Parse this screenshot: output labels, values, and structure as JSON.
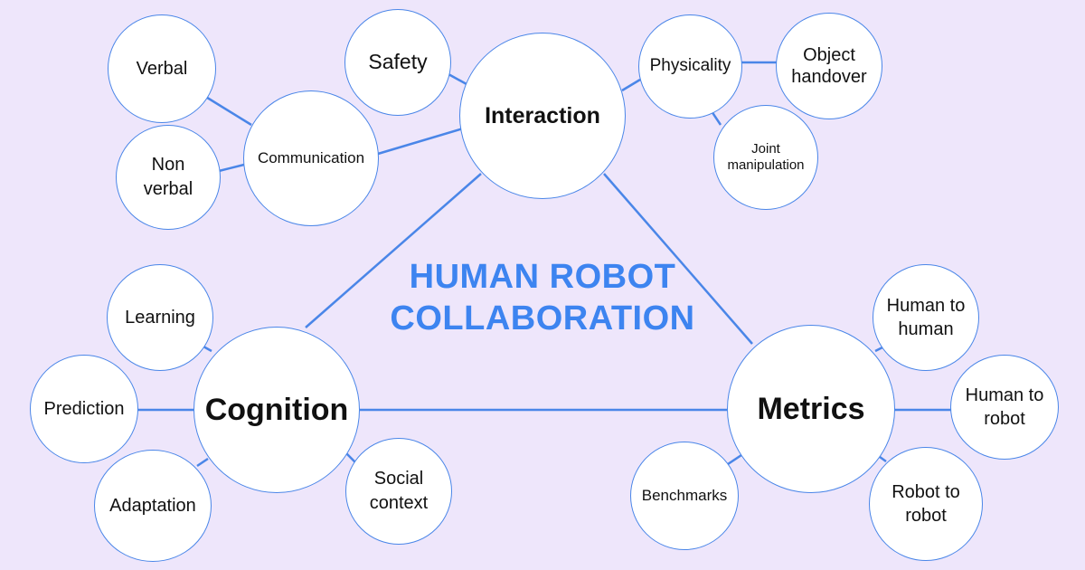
{
  "title": "HUMAN ROBOT\nCOLLABORATION",
  "colors": {
    "background": "#eee6fb",
    "accent": "#4a86e8",
    "title": "#3d84f0",
    "node_fill": "#ffffff"
  },
  "nodes": {
    "interaction": "Interaction",
    "cognition": "Cognition",
    "metrics": "Metrics",
    "communication": "Communication",
    "verbal": "Verbal",
    "non_verbal": "Non\nverbal",
    "safety": "Safety",
    "physicality": "Physicality",
    "object_handover": "Object\nhandover",
    "joint_manipulation": "Joint\nmanipulation",
    "learning": "Learning",
    "prediction": "Prediction",
    "adaptation": "Adaptation",
    "social_context": "Social\ncontext",
    "human_to_human": "Human to\nhuman",
    "human_to_robot": "Human to\nrobot",
    "robot_to_robot": "Robot to\nrobot",
    "benchmarks": "Benchmarks"
  }
}
